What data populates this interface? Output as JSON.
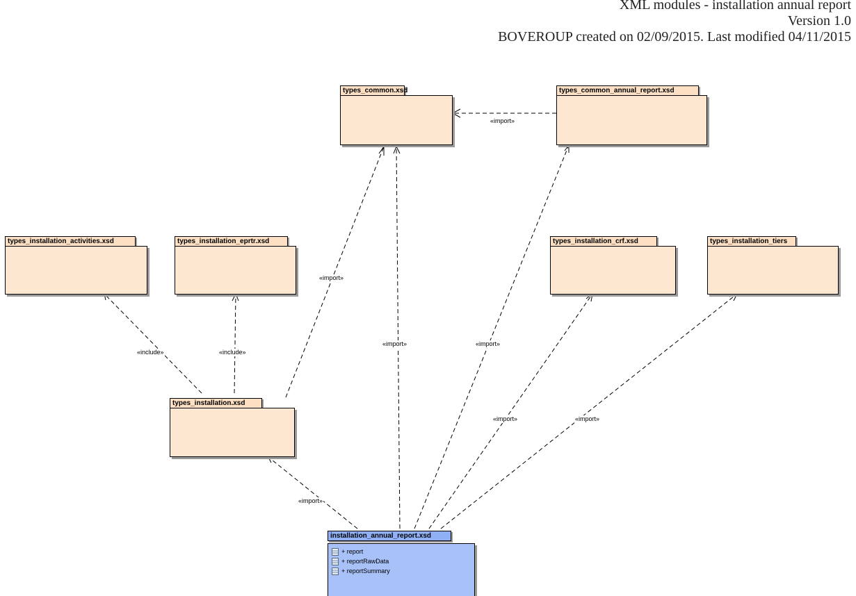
{
  "header": {
    "line1": "XML modules - installation annual report",
    "line2": "Version 1.0",
    "line3": "BOVEROUP created on 02/09/2015.  Last modified 04/11/2015"
  },
  "packages": {
    "types_common": {
      "name": "types_common.xsd"
    },
    "types_common_annual_report": {
      "name": "types_common_annual_report.xsd"
    },
    "types_installation_activities": {
      "name": "types_installation_activities.xsd"
    },
    "types_installation_eprtr": {
      "name": "types_installation_eprtr.xsd"
    },
    "types_installation_crf": {
      "name": "types_installation_crf.xsd"
    },
    "types_installation_tiers": {
      "name": "types_installation_tiers"
    },
    "types_installation": {
      "name": "types_installation.xsd"
    },
    "installation_annual_report": {
      "name": "installation_annual_report.xsd",
      "members": [
        "+ report",
        "+ reportRawData",
        "+ reportSummary"
      ]
    }
  },
  "relations": {
    "common_annual_to_common": "«import»",
    "installation_to_common": "«import»",
    "installation_to_activities": "«include»",
    "installation_to_eprtr": "«include»",
    "annual_to_common": "«import»",
    "annual_to_common_annual": "«import»",
    "annual_to_crf": "«import»",
    "annual_to_tiers": "«import»",
    "annual_to_installation": "«import»"
  },
  "colors": {
    "package_fill": "#fde7d1",
    "package_tab_fill": "#fde0c4",
    "highlight_fill": "#a8c1f8",
    "highlight_tab_fill": "#8fb0f5"
  }
}
